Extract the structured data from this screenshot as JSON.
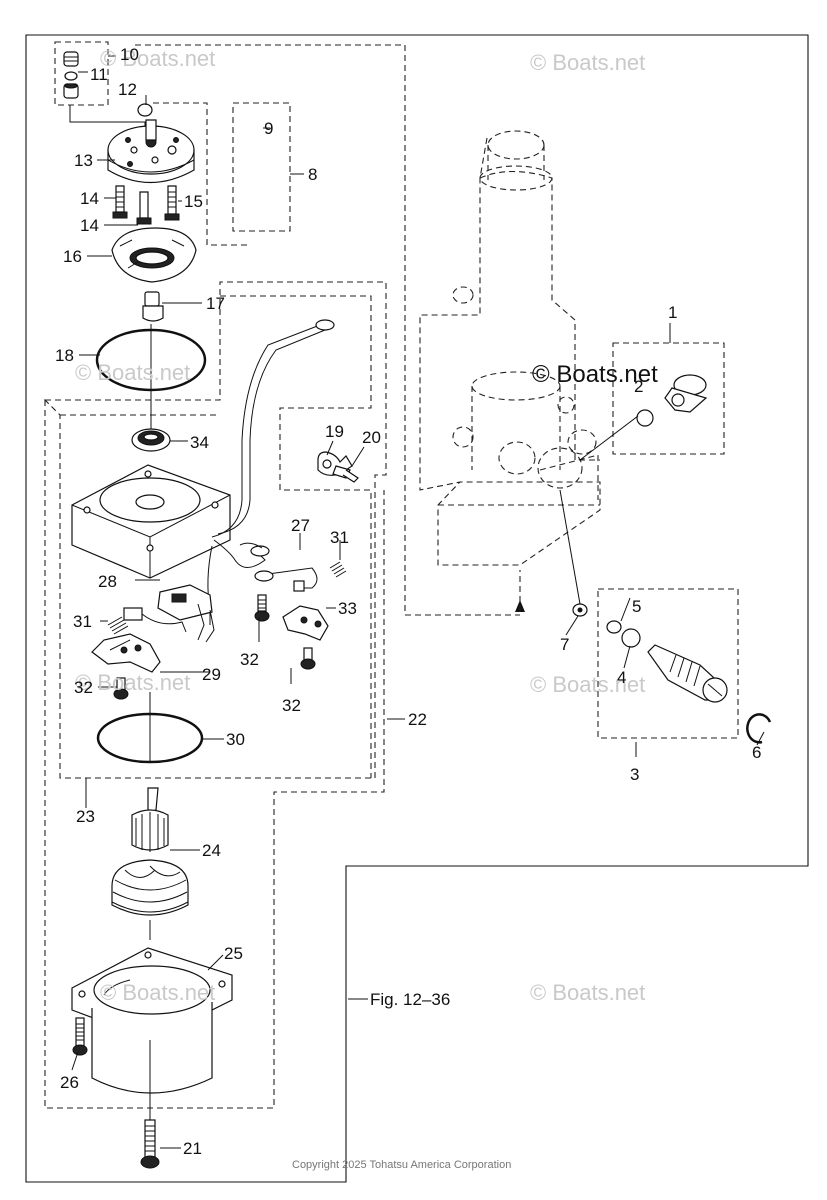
{
  "figure_ref": "Fig. 12–36",
  "watermark": "© Boats.net",
  "copyright": "Copyright 2025 Tohatsu America Corporation",
  "callouts": [
    "1",
    "2",
    "3",
    "4",
    "5",
    "6",
    "7",
    "8",
    "9",
    "10",
    "11",
    "12",
    "13",
    "14",
    "14",
    "15",
    "16",
    "17",
    "18",
    "19",
    "20",
    "21",
    "22",
    "23",
    "24",
    "25",
    "26",
    "27",
    "28",
    "29",
    "30",
    "31",
    "31",
    "32",
    "32",
    "32",
    "33",
    "34"
  ]
}
